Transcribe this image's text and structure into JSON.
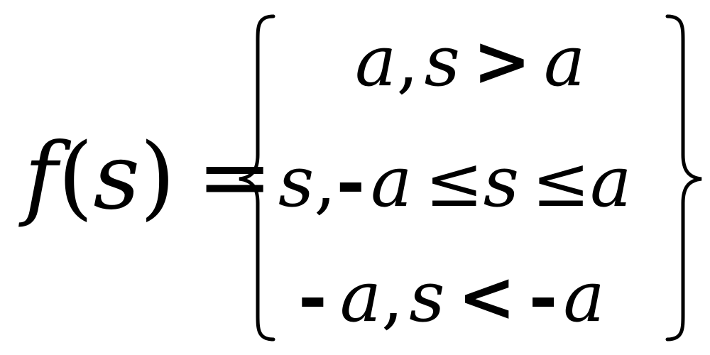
{
  "formula": {
    "lhs": {
      "function": "f",
      "open_paren": "(",
      "argument": "s",
      "close_paren": ")",
      "equals": "="
    },
    "cases": [
      {
        "value": "a",
        "comma": ",",
        "condition": {
          "left": "s",
          "operator": ">",
          "right": "a"
        }
      },
      {
        "value": "s",
        "comma": ",",
        "condition": {
          "neg": "-",
          "left": "a",
          "operator1": "≤",
          "middle": "s",
          "operator2": "≤",
          "right": "a"
        }
      },
      {
        "neg": "-",
        "value": "a",
        "comma": ",",
        "condition": {
          "left": "s",
          "operator": "<",
          "neg": "-",
          "right": "a"
        }
      }
    ]
  }
}
